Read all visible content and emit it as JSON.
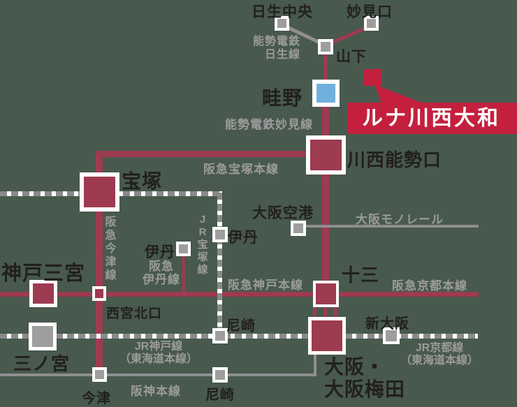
{
  "banner": {
    "label": "ルナ川西大和"
  },
  "colors": {
    "background": "#48594d",
    "hankyu_crimson": "#9d3b50",
    "highlight_red": "#c4203e",
    "gray_line": "#8f8f8f",
    "gray_text": "#9b9b9b",
    "station_gray": "#9e9e9e",
    "station_blue": "#70b0dd",
    "label_black": "#22201d"
  },
  "stations": {
    "nissei_chuo": {
      "label": "日生中央"
    },
    "myokenguchi": {
      "label": "妙見口"
    },
    "yamashita": {
      "label": "山下"
    },
    "uneno": {
      "label": "畦野"
    },
    "kawanishi_noseguchi": {
      "label": "川西能勢口"
    },
    "takarazuka": {
      "label": "宝塚"
    },
    "osaka_airport": {
      "label": "大阪空港"
    },
    "itami_jr": {
      "label": "伊丹"
    },
    "itami_hankyu": {
      "label": "伊丹"
    },
    "kobe_sannomiya": {
      "label": "神戸三宮"
    },
    "nishinomiya_kitaguchi": {
      "label": "西宮北口"
    },
    "juso": {
      "label": "十三"
    },
    "sannomiya": {
      "label": "三ノ宮"
    },
    "amagasaki_jr": {
      "label": "尼崎"
    },
    "shin_osaka": {
      "label": "新大阪"
    },
    "osaka_umeda": {
      "label_line1": "大阪・",
      "label_line2": "大阪梅田"
    },
    "amagasaki_hanshin": {
      "label": "尼崎"
    },
    "imazu": {
      "label": "今津"
    }
  },
  "rail_lines": {
    "nose_nissei": {
      "label_line1": "能勢電鉄",
      "label_line2": "日生線"
    },
    "nose_myoken": {
      "label": "能勢電鉄妙見線"
    },
    "hankyu_takarazuka": {
      "label": "阪急宝塚本線"
    },
    "osaka_monorail": {
      "label": "大阪モノレール"
    },
    "jr_takarazuka": {
      "label_prefix": "JR",
      "label_chars": "宝塚線"
    },
    "hankyu_imazu": {
      "label": "阪急今津線"
    },
    "hankyu_itami": {
      "label_line1": "阪急",
      "label_line2": "伊丹線"
    },
    "hankyu_kobe": {
      "label": "阪急神戸本線"
    },
    "hankyu_kyoto": {
      "label": "阪急京都本線"
    },
    "jr_kobe": {
      "label_line1": "JR神戸線",
      "label_line2": "（東海道本線）"
    },
    "jr_kyoto": {
      "label_line1": "JR京都線",
      "label_line2": "（東海道本線）"
    },
    "hanshin": {
      "label": "阪神本線"
    }
  }
}
